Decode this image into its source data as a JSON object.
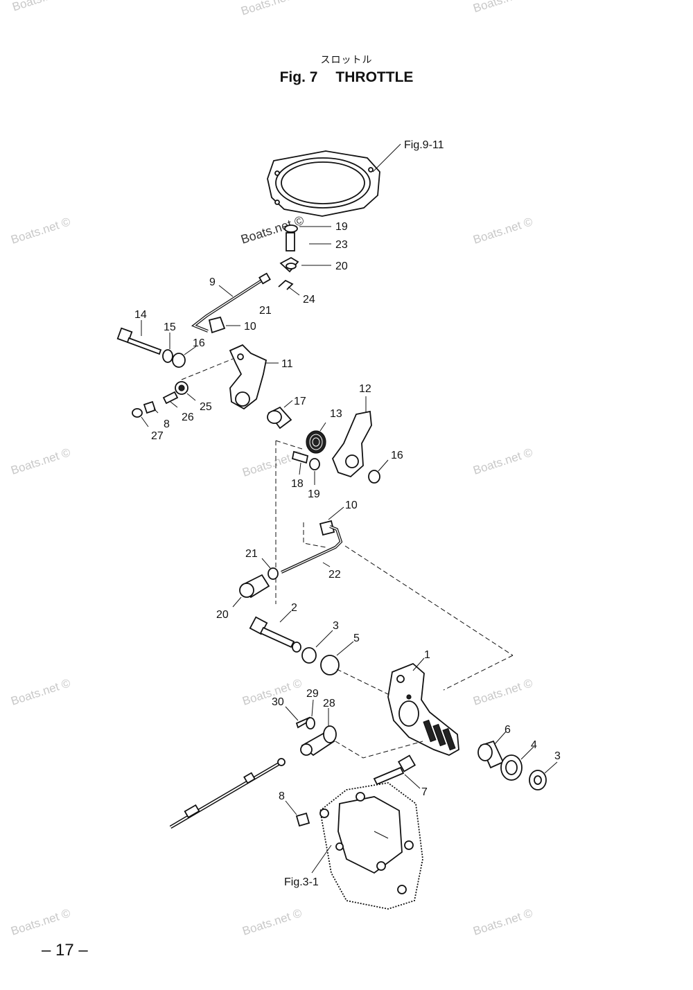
{
  "header": {
    "subtitle_jp": "スロットル",
    "fig_number": "Fig. 7",
    "title": "THROTTLE"
  },
  "page_number": "– 17 –",
  "references": {
    "top": "Fig.9-11",
    "bottom": "Fig.3-1"
  },
  "watermark": "Boats.net ©",
  "callouts": [
    "19",
    "23",
    "20",
    "9",
    "24",
    "21",
    "14",
    "15",
    "10",
    "16",
    "11",
    "25",
    "26",
    "8",
    "27",
    "17",
    "12",
    "13",
    "16",
    "18",
    "19",
    "10",
    "21",
    "22",
    "20",
    "2",
    "3",
    "5",
    "1",
    "29",
    "30",
    "28",
    "6",
    "4",
    "3",
    "7",
    "8"
  ]
}
